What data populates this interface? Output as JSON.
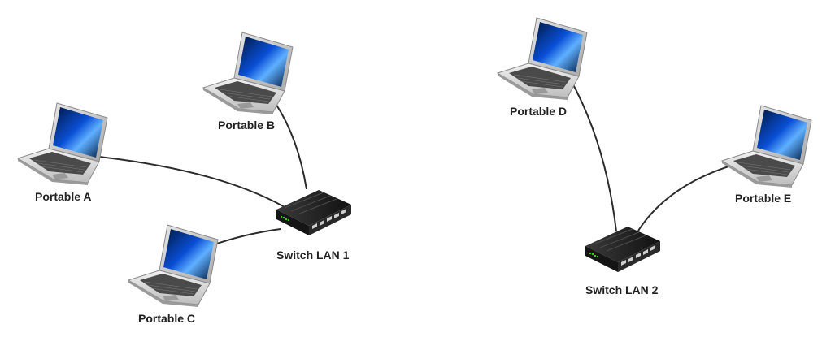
{
  "nodes": {
    "portable_a": {
      "label": "Portable A",
      "icon": "laptop-icon"
    },
    "portable_b": {
      "label": "Portable B",
      "icon": "laptop-icon"
    },
    "portable_c": {
      "label": "Portable C",
      "icon": "laptop-icon"
    },
    "portable_d": {
      "label": "Portable D",
      "icon": "laptop-icon"
    },
    "portable_e": {
      "label": "Portable E",
      "icon": "laptop-icon"
    },
    "switch_lan_1": {
      "label": "Switch LAN 1",
      "icon": "network-switch-icon"
    },
    "switch_lan_2": {
      "label": "Switch LAN 2",
      "icon": "network-switch-icon"
    }
  },
  "links": [
    {
      "from": "Portable A",
      "to": "Switch LAN 1"
    },
    {
      "from": "Portable B",
      "to": "Switch LAN 1"
    },
    {
      "from": "Portable C",
      "to": "Switch LAN 1"
    },
    {
      "from": "Portable D",
      "to": "Switch LAN 2"
    },
    {
      "from": "Portable E",
      "to": "Switch LAN 2"
    }
  ],
  "colors": {
    "cable": "#2b2b2b",
    "screen": "#0a4fd6",
    "laptop_body": "#d9d9d9",
    "switch_body": "#1e1e1e",
    "switch_led": "#39d000"
  }
}
